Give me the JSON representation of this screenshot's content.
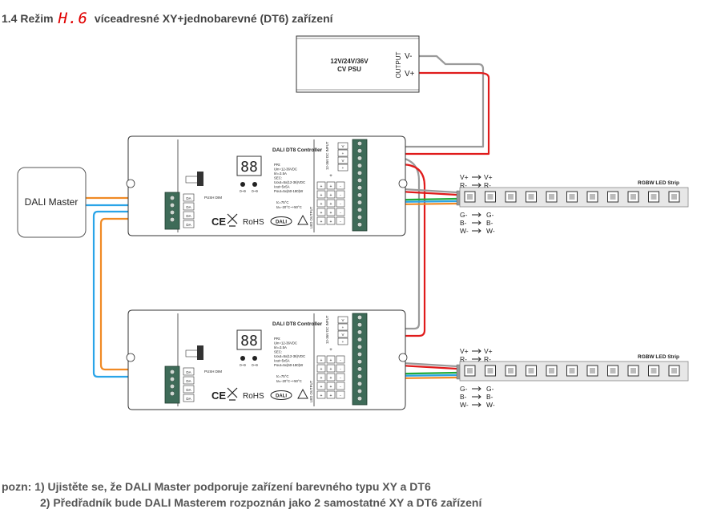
{
  "heading": {
    "prefix": "1.4 Režim",
    "mode_glyph": "H.6",
    "suffix": "víceadresné XY+jednobarevné (DT6) zařízení"
  },
  "psu": {
    "line1": "12V/24V/36V",
    "line2": "CV PSU",
    "output_label": "OUTPUT",
    "vminus": "V-",
    "vplus": "V+"
  },
  "master": {
    "label": "DALI Master"
  },
  "controller": {
    "title": "DALI DT8 Controller",
    "display": "88",
    "btn_left": "0~9",
    "btn_right": "0~9",
    "spec_lines": [
      "PRI:",
      "Uin=12-36VDC",
      "Iin=3.5A",
      "SEC:",
      "Uout=5x(12-36)VDC",
      "Iout=5x5A",
      "Pout=5x(60-180)W"
    ],
    "temps": [
      "tc=75°C",
      "ta=-20°C~+50°C"
    ],
    "push_dim": "PUSH DIM",
    "psu_side_label": "12-36V DC INPUT",
    "led_side_label": "LED OUTPUT",
    "terminal_da": "DA",
    "terminal_v": "V",
    "terminal_plus": "+",
    "terminal_minus": "-",
    "marks": [
      "CE",
      "RoHS",
      "DALI"
    ]
  },
  "strip": {
    "title": "RGBW LED Strip",
    "top_labels": [
      {
        "from": "V+",
        "to": "V+"
      },
      {
        "from": "R-",
        "to": "R-"
      }
    ],
    "bottom_labels": [
      {
        "from": "G-",
        "to": "G-"
      },
      {
        "from": "B-",
        "to": "B-"
      },
      {
        "from": "W-",
        "to": "W-"
      }
    ]
  },
  "notes": {
    "line1": "pozn: 1) Ujistěte se, že DALI Master podporuje zařízení barevného typu XY a DT6",
    "line2": "2) Předřadník bude DALI Masterem rozpoznán jako 2 samostatné XY a DT6 zařízení"
  },
  "colors": {
    "orange": "#f08a24",
    "blue": "#2aa4e8",
    "gray": "#9a9a9a",
    "red": "#e01b1b",
    "green": "#1faa3a",
    "terminal": "#3e6b58",
    "outline": "#333333"
  }
}
